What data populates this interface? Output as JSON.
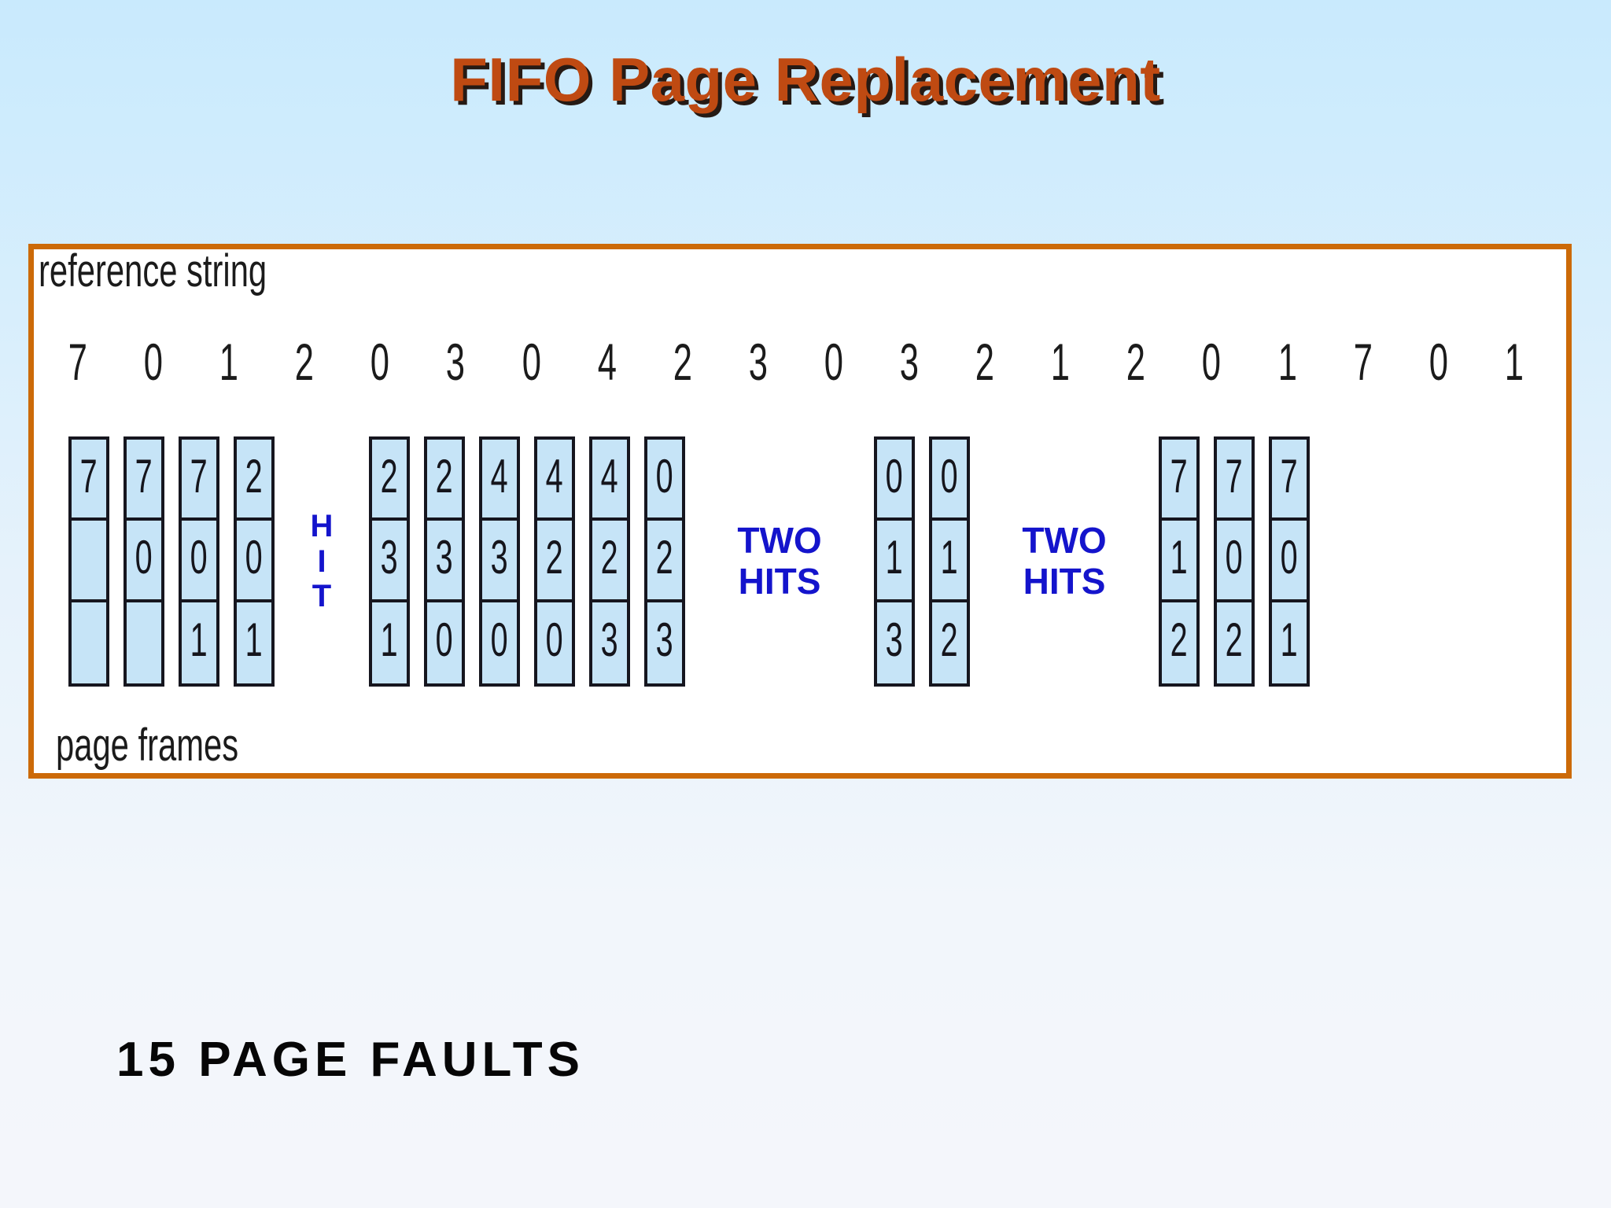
{
  "slide": {
    "title": "FIFO Page Replacement",
    "title_color": "#bf4a12",
    "title_shadow_color": "#261a14",
    "background_top_color": "#c9eafd",
    "background_bottom_color": "#f4f6fb",
    "footer_note": "15 PAGE FAULTS",
    "page_fault_count": 15
  },
  "diagram": {
    "border_color": "#cc6a08",
    "fill_color": "#ffffff",
    "cell_fill_color": "#c6e4f7",
    "cell_border_color": "#16161f",
    "annotation_color": "#1414cc",
    "reference_string_label": "reference string",
    "page_frames_label": "page frames",
    "reference_string": [
      "7",
      "0",
      "1",
      "2",
      "0",
      "3",
      "0",
      "4",
      "2",
      "3",
      "0",
      "3",
      "2",
      "1",
      "2",
      "0",
      "1",
      "7",
      "0",
      "1"
    ],
    "frame_count": 3,
    "columns": [
      {
        "kind": "frames",
        "cells": [
          "7",
          "",
          ""
        ]
      },
      {
        "kind": "frames",
        "cells": [
          "7",
          "0",
          ""
        ]
      },
      {
        "kind": "frames",
        "cells": [
          "7",
          "0",
          "1"
        ]
      },
      {
        "kind": "frames",
        "cells": [
          "2",
          "0",
          "1"
        ]
      },
      {
        "kind": "annotation",
        "style": "hit",
        "lines": [
          "H",
          "I",
          "T"
        ]
      },
      {
        "kind": "frames",
        "cells": [
          "2",
          "3",
          "1"
        ]
      },
      {
        "kind": "frames",
        "cells": [
          "2",
          "3",
          "0"
        ]
      },
      {
        "kind": "frames",
        "cells": [
          "4",
          "3",
          "0"
        ]
      },
      {
        "kind": "frames",
        "cells": [
          "4",
          "2",
          "0"
        ]
      },
      {
        "kind": "frames",
        "cells": [
          "4",
          "2",
          "3"
        ]
      },
      {
        "kind": "frames",
        "cells": [
          "0",
          "2",
          "3"
        ]
      },
      {
        "kind": "annotation",
        "style": "two",
        "lines": [
          "TWO",
          "HITS"
        ]
      },
      {
        "kind": "frames",
        "cells": [
          "0",
          "1",
          "3"
        ]
      },
      {
        "kind": "frames",
        "cells": [
          "0",
          "1",
          "2"
        ]
      },
      {
        "kind": "annotation",
        "style": "two",
        "lines": [
          "TWO",
          "HITS"
        ]
      },
      {
        "kind": "frames",
        "cells": [
          "7",
          "1",
          "2"
        ]
      },
      {
        "kind": "frames",
        "cells": [
          "7",
          "0",
          "2"
        ]
      },
      {
        "kind": "frames",
        "cells": [
          "7",
          "0",
          "1"
        ]
      }
    ]
  }
}
